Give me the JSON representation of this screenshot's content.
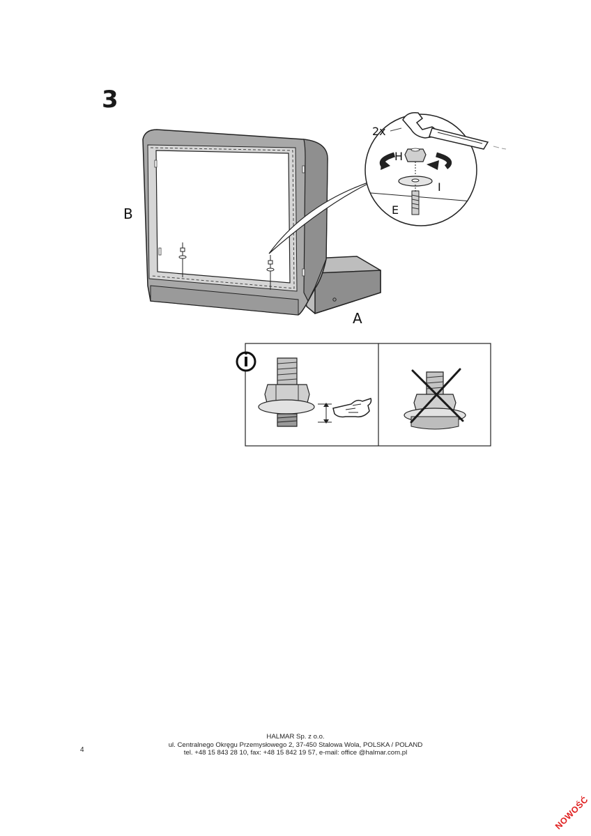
{
  "step": {
    "number": "3"
  },
  "illustration": {
    "parts": {
      "a": "A",
      "b": "B"
    },
    "detail": {
      "count": "2x",
      "nut": "H",
      "washer": "I",
      "bolt": "E"
    }
  },
  "hint_panel": {
    "info_icon": "info-icon",
    "correct_icon": "pointing-hand-icon",
    "incorrect_icon": "cross-icon"
  },
  "footer": {
    "company": "HALMAR Sp. z o.o.",
    "address": "ul. Centralnego Okręgu Przemysłowego 2, 37-450 Stalowa Wola, POLSKA / POLAND",
    "contact": "tel. +48 15 843 28 10, fax: +48 15 842 19 57, e-mail: office @halmar.com.pl"
  },
  "page_number": "4",
  "badge": {
    "text": "NOWOŚĆ",
    "color": "#e02020"
  }
}
